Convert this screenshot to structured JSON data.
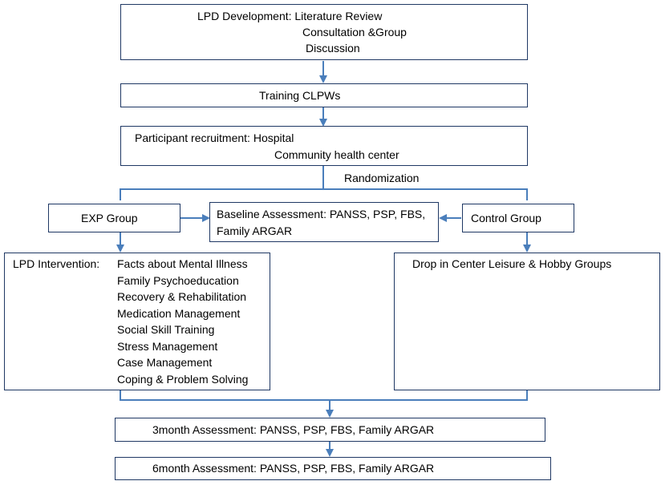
{
  "boxes": {
    "lpd_development": {
      "line1": "LPD Development: Literature Review",
      "line2": "Consultation &Group",
      "line3": "Discussion"
    },
    "training": {
      "label": "Training CLPWs"
    },
    "recruitment": {
      "line1": "Participant recruitment: Hospital",
      "line2": "Community health center"
    },
    "randomization": {
      "label": "Randomization"
    },
    "exp_group": {
      "label": "EXP Group"
    },
    "baseline": {
      "line1": "Baseline Assessment: PANSS, PSP, FBS,",
      "line2": "Family ARGAR"
    },
    "control_group": {
      "label": "Control Group"
    },
    "lpd_intervention": {
      "prefix": "LPD Intervention:",
      "items": [
        "Facts about Mental Illness",
        "Family Psychoeducation",
        "Recovery & Rehabilitation",
        "Medication Management",
        "Social Skill Training",
        "Stress Management",
        "Case Management",
        "Coping & Problem Solving"
      ]
    },
    "drop_in": {
      "label": "Drop in Center Leisure & Hobby Groups"
    },
    "month3": {
      "label": "3month Assessment: PANSS, PSP, FBS, Family ARGAR"
    },
    "month6": {
      "label": "6month Assessment: PANSS, PSP, FBS, Family ARGAR"
    }
  },
  "colors": {
    "border": "#1f3864",
    "arrow": "#4a7ebb"
  }
}
